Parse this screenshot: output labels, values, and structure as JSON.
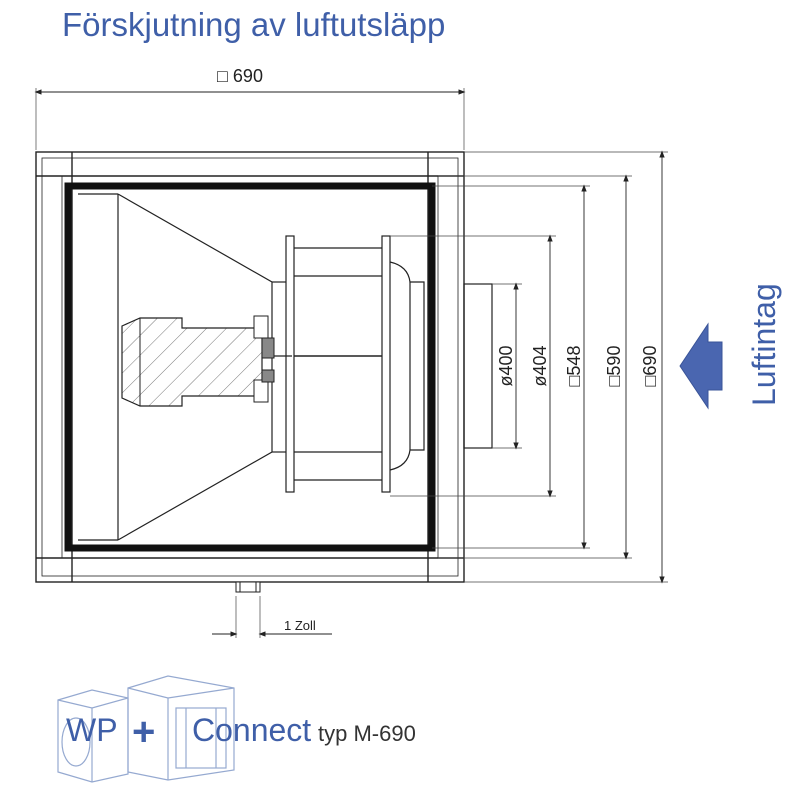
{
  "title": "Förskjutning av luftutsläpp",
  "airflow_label": "Luftintag",
  "dimensions": {
    "top_width": "□ 690",
    "d400": "ø400",
    "d404": "ø404",
    "s548": "□548",
    "s590": "□590",
    "s690": "□690",
    "bottom_offset": "1 Zoll"
  },
  "brand": {
    "wp": "WP",
    "plus": "+",
    "connect": "Connect",
    "model": "typ M-690"
  },
  "colors": {
    "accent": "#3f5fa8",
    "line": "#222222",
    "arrow": "#4a66b0"
  },
  "icons": {
    "airflow_arrow": "arrow-left-icon"
  }
}
